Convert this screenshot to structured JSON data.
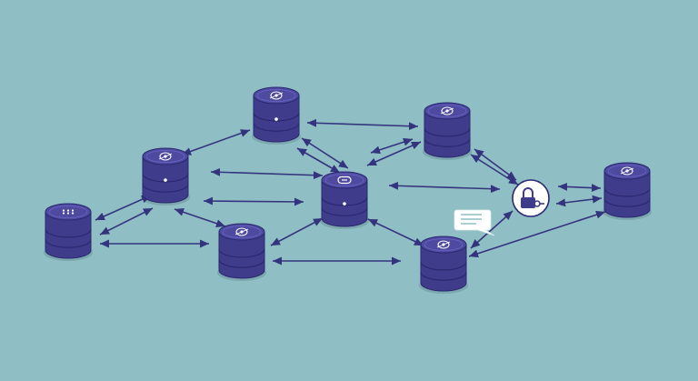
{
  "colors": {
    "background": "#8fbfc4",
    "node_fill": "#3f3c8c",
    "node_top": "#4d4aa0",
    "node_edge": "#2b2870",
    "node_highlight": "#6a67c4",
    "edge": "#34347e",
    "lock_bg": "#ffffff",
    "message_bg": "#ffffff"
  },
  "nodes": [
    {
      "id": "n1",
      "icon": "dots-icon"
    },
    {
      "id": "n2",
      "icon": "gear-icon"
    },
    {
      "id": "n3",
      "icon": "gear-icon"
    },
    {
      "id": "n4",
      "icon": "gear-icon"
    },
    {
      "id": "n5",
      "icon": "gear-icon"
    },
    {
      "id": "n6",
      "icon": "chain-icon"
    },
    {
      "id": "n7",
      "icon": "gear-icon"
    },
    {
      "id": "n8",
      "icon": "gear-icon"
    }
  ],
  "badges": [
    {
      "id": "lock",
      "icon": "lock-key-icon"
    },
    {
      "id": "message",
      "icon": "chat-bubble-icon"
    }
  ],
  "edges": [
    {
      "from": "n1",
      "to": "n2"
    },
    {
      "from": "n1",
      "to": "n4"
    },
    {
      "from": "n1",
      "to": "n2b"
    },
    {
      "from": "n2",
      "to": "n3"
    },
    {
      "from": "n2",
      "to": "n6"
    },
    {
      "from": "n2",
      "to": "n4"
    },
    {
      "from": "n3",
      "to": "n6"
    },
    {
      "from": "n3",
      "to": "n5"
    },
    {
      "from": "n4",
      "to": "n6"
    },
    {
      "from": "n4",
      "to": "n7"
    },
    {
      "from": "n5",
      "to": "n6"
    },
    {
      "from": "n5",
      "to": "lock"
    },
    {
      "from": "n6",
      "to": "lock"
    },
    {
      "from": "n6",
      "to": "n7"
    },
    {
      "from": "lock",
      "to": "n8"
    },
    {
      "from": "n7",
      "to": "message"
    },
    {
      "from": "n7",
      "to": "n8"
    },
    {
      "from": "n2",
      "to": "n6b"
    }
  ]
}
